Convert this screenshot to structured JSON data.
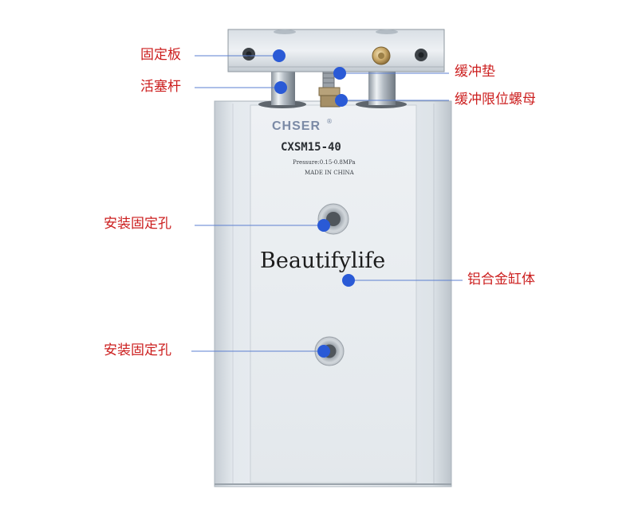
{
  "product": {
    "brand": "CHSER",
    "registered_mark": "®",
    "model": "CXSM15-40",
    "pressure": "Pressure:0.15-0.8MPa",
    "origin": "MADE IN CHINA",
    "watermark": "Beautifylife"
  },
  "callouts": {
    "fixing_plate": "固定板",
    "piston_rod": "活塞杆",
    "buffer_pad": "缓冲垫",
    "buffer_nut": "缓冲限位螺母",
    "mount_hole_upper": "安装固定孔",
    "mount_hole_lower": "安装固定孔",
    "aluminum_body": "铝合金缸体"
  },
  "colors": {
    "label_red": "#cc1f1f",
    "marker_blue": "#2a5ad6",
    "leader_line": "#5b7fd0",
    "body_silver": "#e2e7ec"
  }
}
